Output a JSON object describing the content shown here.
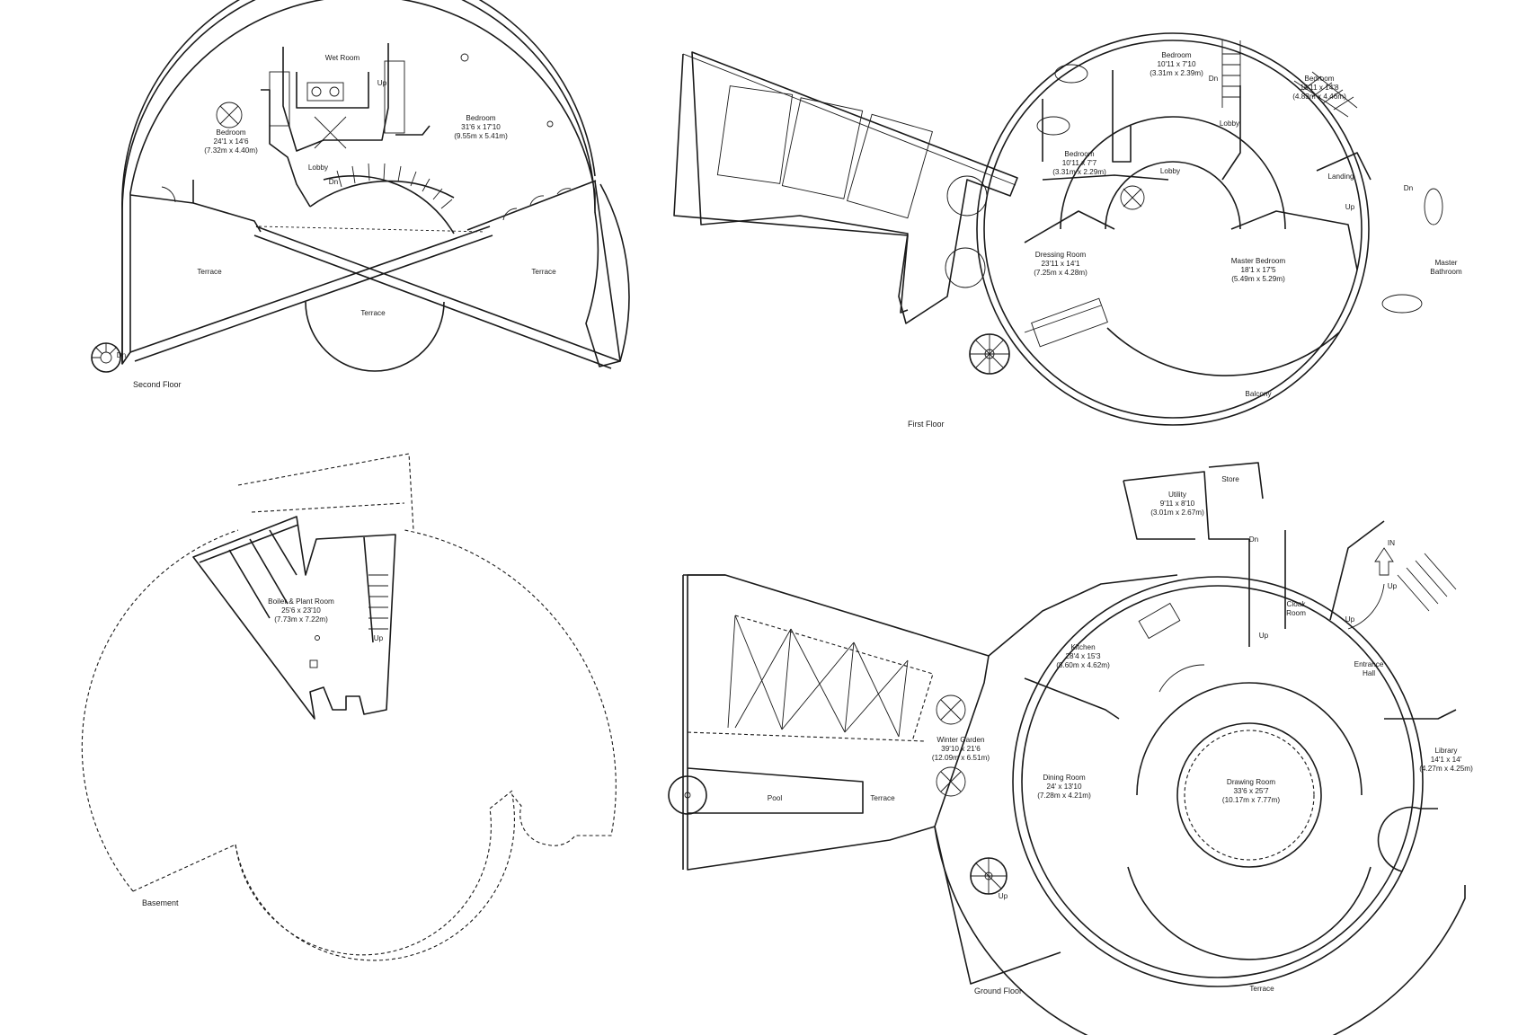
{
  "floors": {
    "second": "Second Floor",
    "first": "First Floor",
    "basement": "Basement",
    "ground": "Ground Floor"
  },
  "rooms": {
    "sf_wet_room": "Wet Room",
    "sf_bed1_name": "Bedroom",
    "sf_bed1_imp": "24'1 x 14'6",
    "sf_bed1_met": "(7.32m x 4.40m)",
    "sf_bed2_name": "Bedroom",
    "sf_bed2_imp": "31'6 x 17'10",
    "sf_bed2_met": "(9.55m x 5.41m)",
    "sf_lobby": "Lobby",
    "sf_terrace_left": "Terrace",
    "sf_terrace_right": "Terrace",
    "sf_terrace_center": "Terrace",
    "ff_bed_a_name": "Bedroom",
    "ff_bed_a_imp": "10'11 x 7'10",
    "ff_bed_a_met": "(3.31m x 2.39m)",
    "ff_bed_b_name": "Bedroom",
    "ff_bed_b_imp": "15'11 x 14'8",
    "ff_bed_b_met": "(4.83m x 4.46m)",
    "ff_bed_c_name": "Bedroom",
    "ff_bed_c_imp": "10'11 x 7'7",
    "ff_bed_c_met": "(3.31m x 2.29m)",
    "ff_lobby1": "Lobby",
    "ff_lobby2": "Lobby",
    "ff_landing": "Landing",
    "ff_dressing_name": "Dressing Room",
    "ff_dressing_imp": "23'11 x 14'1",
    "ff_dressing_met": "(7.25m x 4.28m)",
    "ff_master_name": "Master Bedroom",
    "ff_master_imp": "18'1 x 17'5",
    "ff_master_met": "(5.49m x 5.29m)",
    "ff_master_bath1": "Master",
    "ff_master_bath2": "Bathroom",
    "ff_balcony": "Balcony",
    "bs_boiler_name": "Boiler & Plant Room",
    "bs_boiler_imp": "25'6 x 23'10",
    "bs_boiler_met": "(7.73m x 7.22m)",
    "gf_utility_name": "Utility",
    "gf_utility_imp": "9'11 x 8'10",
    "gf_utility_met": "(3.01m x 2.67m)",
    "gf_store": "Store",
    "gf_kitchen_name": "Kitchen",
    "gf_kitchen_imp": "28'4 x 15'3",
    "gf_kitchen_met": "(8.60m x 4.62m)",
    "gf_cloak1": "Cloak",
    "gf_cloak2": "Room",
    "gf_entrance1": "Entrance",
    "gf_entrance2": "Hall",
    "gf_in": "IN",
    "gf_library_name": "Library",
    "gf_library_imp": "14'1 x 14'",
    "gf_library_met": "(4.27m x 4.25m)",
    "gf_winter_name": "Winter Garden",
    "gf_winter_imp": "39'10 x 21'6",
    "gf_winter_met": "(12.09m x 6.51m)",
    "gf_dining_name": "Dining Room",
    "gf_dining_imp": "24' x 13'10",
    "gf_dining_met": "(7.28m x 4.21m)",
    "gf_drawing_name": "Drawing Room",
    "gf_drawing_imp": "33'6 x 25'7",
    "gf_drawing_met": "(10.17m x 7.77m)",
    "gf_pool": "Pool",
    "gf_terrace_small": "Terrace",
    "gf_terrace_big": "Terrace"
  },
  "stairs": {
    "up": "Up",
    "dn": "Dn"
  }
}
